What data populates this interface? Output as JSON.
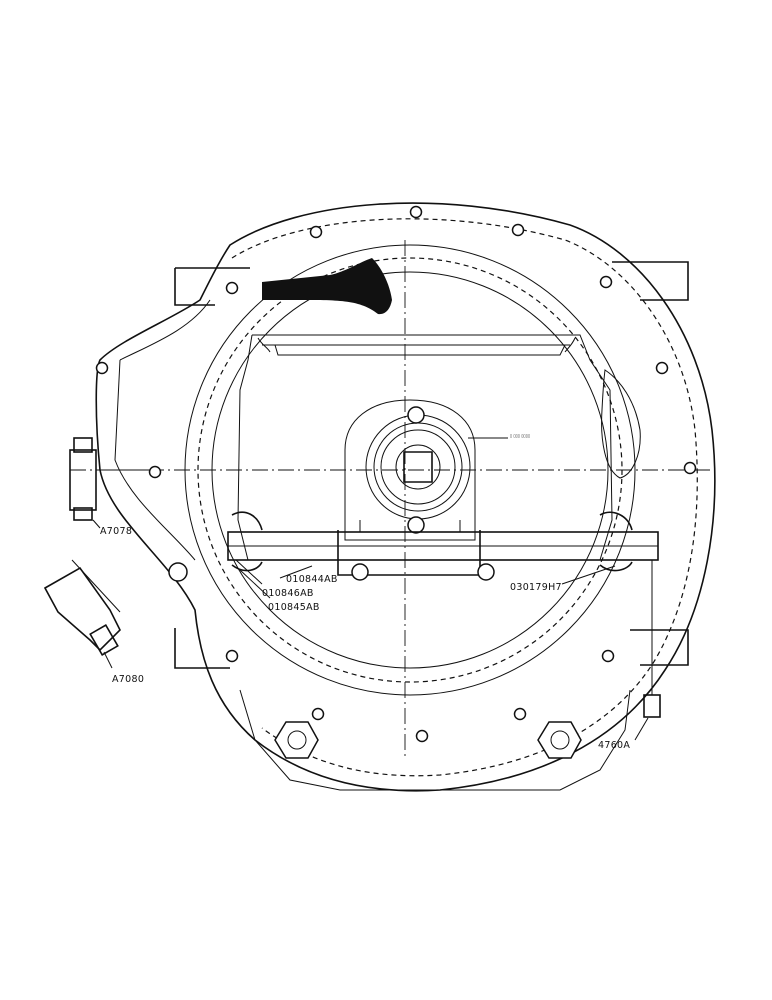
{
  "labels": {
    "a7078": "A7078",
    "a7080": "A7080",
    "p010844ab": "010844AB",
    "p010846ab": "010846AB",
    "p010845ab": "010845AB",
    "p030179h7": "030179H7",
    "p4760a": "4760A"
  },
  "colors": {
    "ink": "#111111",
    "paper": "#ffffff"
  }
}
